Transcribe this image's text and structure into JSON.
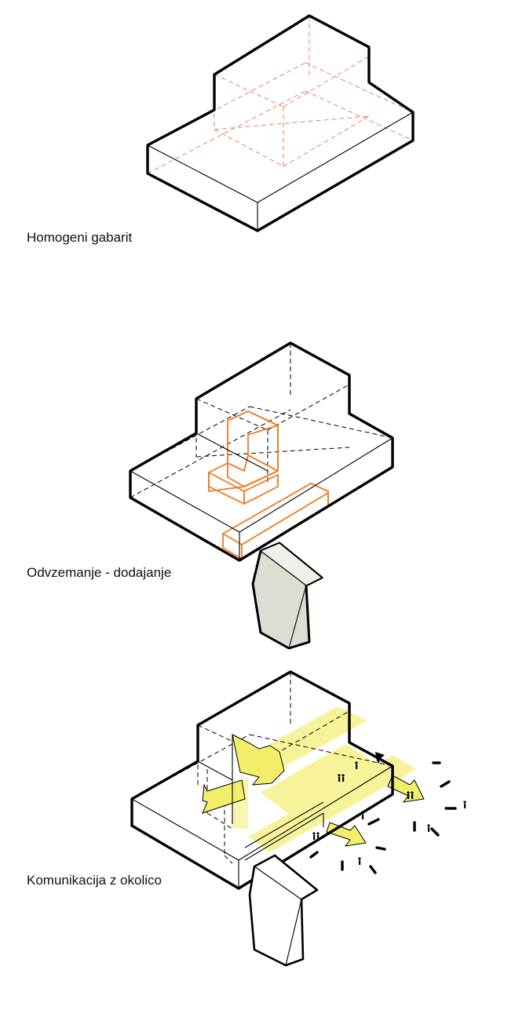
{
  "diagrams": [
    {
      "caption": "Homogeni gabarit"
    },
    {
      "caption": "Odvzemanje - dodajanje"
    },
    {
      "caption": "Komunikacija z okolico"
    }
  ],
  "colors": {
    "outline": "#000000",
    "dashed_red": "#e8816a",
    "orange_volume": "#f0b0a0",
    "orange_edge": "#f07a1e",
    "yellow_highlight": "#f6f39a",
    "arrow_yellow": "#f3ee6a",
    "grey_green_volume": "#d9dfd2"
  },
  "icons": [
    "people-figures-icon",
    "play-triangle-icon",
    "arrow-icon"
  ]
}
